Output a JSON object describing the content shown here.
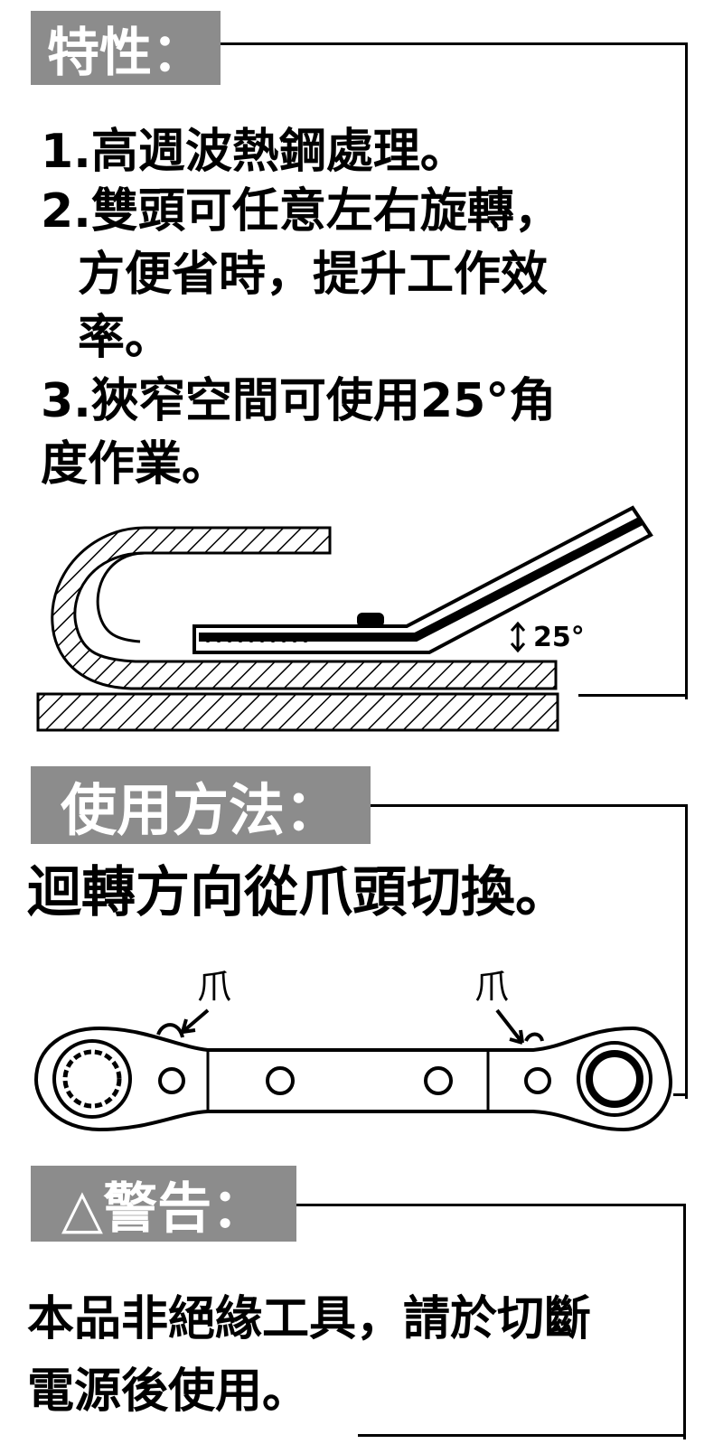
{
  "features": {
    "title": "特性：",
    "lines": [
      "1.高週波熱鋼處理。",
      "2.雙頭可任意左右旋轉，",
      "方便省時，提升工作效",
      "率。",
      "3.狹窄空間可使用25°角",
      "度作業。"
    ],
    "angle_label": "25°"
  },
  "usage": {
    "title": "使用方法：",
    "text": "迴轉方向從爪頭切換。",
    "claw_label_left": "爪",
    "claw_label_right": "爪"
  },
  "warning": {
    "title": "△警告：",
    "lines": [
      "本品非絕緣工具，請於切斷",
      "電源後使用。"
    ]
  }
}
